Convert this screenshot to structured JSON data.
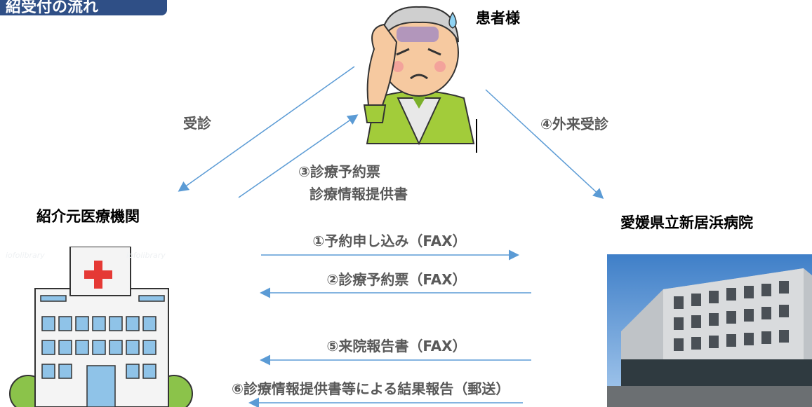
{
  "title": "紹受付の流れ",
  "nodes": {
    "patient": "患者様",
    "referrer": "紹介元医療機関",
    "hospital": "愛媛県立新居浜病院"
  },
  "edges": {
    "consult": "受診",
    "reservation_slip_line1": "③診療予約票",
    "reservation_slip_line2": "診療情報提供書",
    "outpatient": "④外来受診",
    "step1": "①予約申し込み（FAX）",
    "step2": "②診療予約票（FAX）",
    "step5": "⑤来院報告書（FAX）",
    "step6": "⑥診療情報提供書等による結果報告（郵送）"
  },
  "watermarks": [
    "iofolibrary",
    "iofolibrary"
  ],
  "colors": {
    "arrow": "#5b9bd5",
    "title_bg": "#2f4f86",
    "label_text": "#595959",
    "cross": "#e53935",
    "clinic_body": "#f4f4f4",
    "window": "#8fc3e8",
    "tree": "#8bc34a",
    "patient_shirt": "#a2cc3a"
  }
}
